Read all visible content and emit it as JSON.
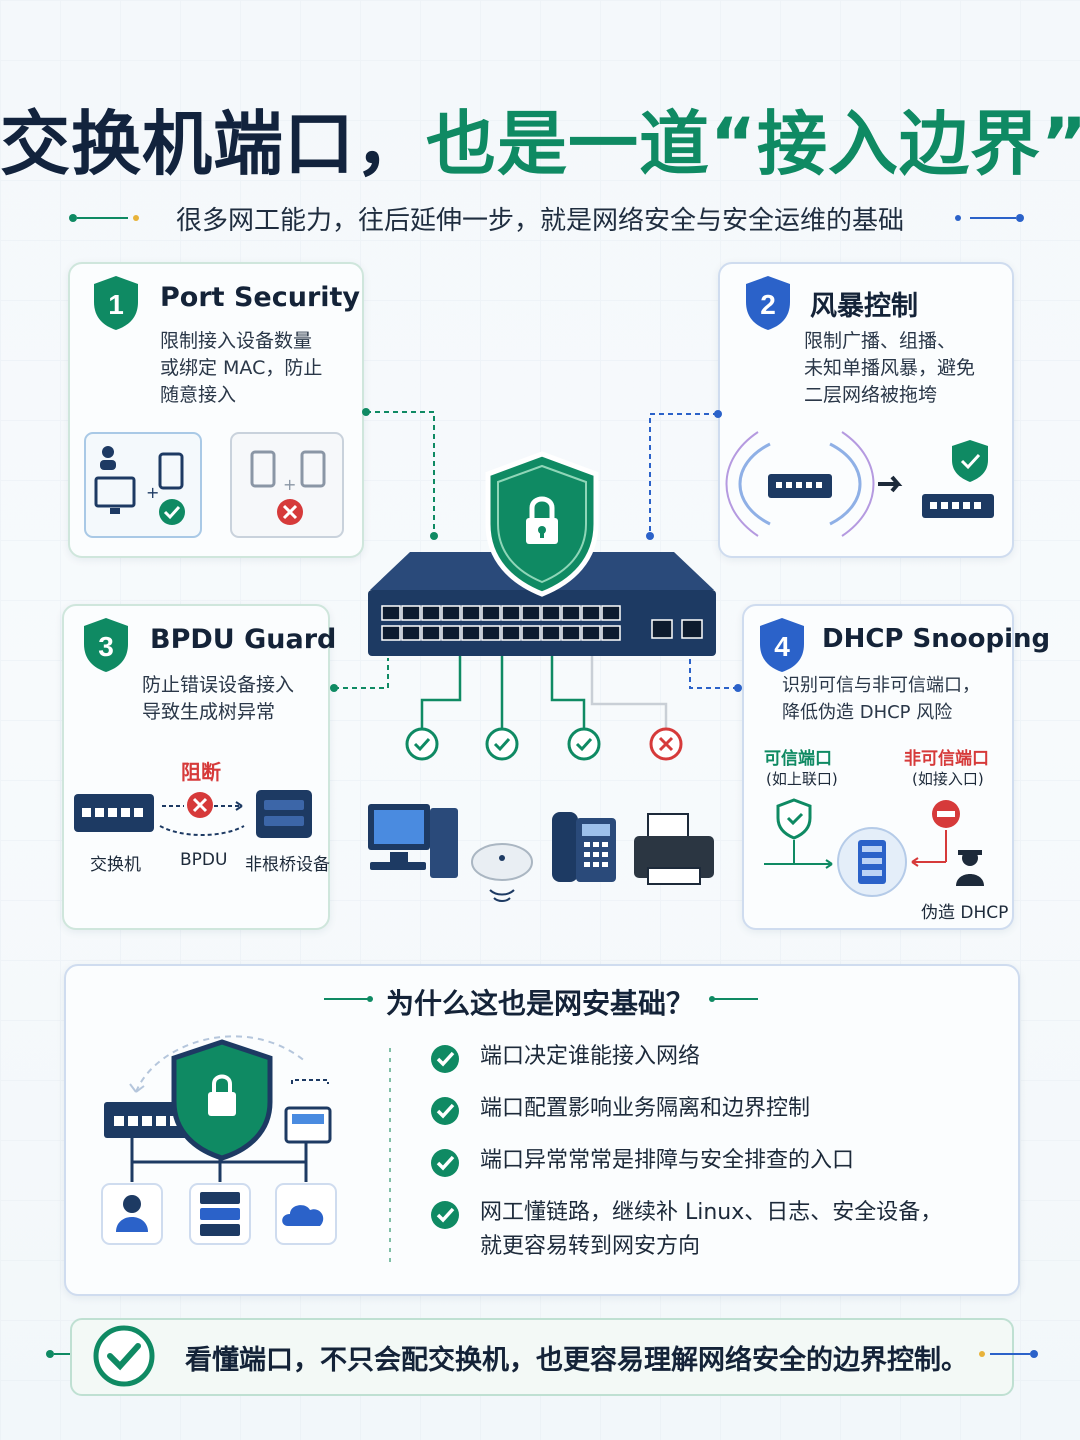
{
  "title": {
    "part1": "交换机端口，",
    "part2": "也是一道“接入边界”"
  },
  "subtitle": "很多网工能力，往后延伸一步，就是网络安全与安全运维的基础",
  "cards": [
    {
      "num": "1",
      "title": "Port Security",
      "desc": [
        "限制接入设备数量",
        "或绑定 MAC，防止",
        "随意接入"
      ]
    },
    {
      "num": "2",
      "title": "风暴控制",
      "desc": [
        "限制广播、组播、",
        "未知单播风暴，避免",
        "二层网络被拖垮"
      ]
    },
    {
      "num": "3",
      "title": "BPDU Guard",
      "desc": [
        "防止错误设备接入",
        "导致生成树异常"
      ],
      "block_label": "阻断",
      "labels": [
        "交换机",
        "BPDU",
        "非根桥设备"
      ]
    },
    {
      "num": "4",
      "title": "DHCP Snooping",
      "desc": [
        "识别可信与非可信端口，",
        "降低伪造 DHCP 风险"
      ],
      "trusted": "可信端口",
      "trusted_note": "(如上联口)",
      "untrusted": "非可信端口",
      "untrusted_note": "(如接入口)",
      "fake": "伪造 DHCP"
    }
  ],
  "why": {
    "title": "为什么这也是网安基础？",
    "items": [
      "端口决定谁能接入网络",
      "端口配置影响业务隔离和边界控制",
      "端口异常常常是排障与安全排查的入口",
      "网工懂链路，继续补 Linux、日志、安全设备，",
      "就更容易转到网安方向"
    ]
  },
  "bottom": "看懂端口，不只会配交换机，也更容易理解网络安全的边界控制。",
  "colors": {
    "green": "#0f8a63",
    "navy": "#1d3a63",
    "red": "#d63a3a",
    "blue": "#2b62c9"
  }
}
